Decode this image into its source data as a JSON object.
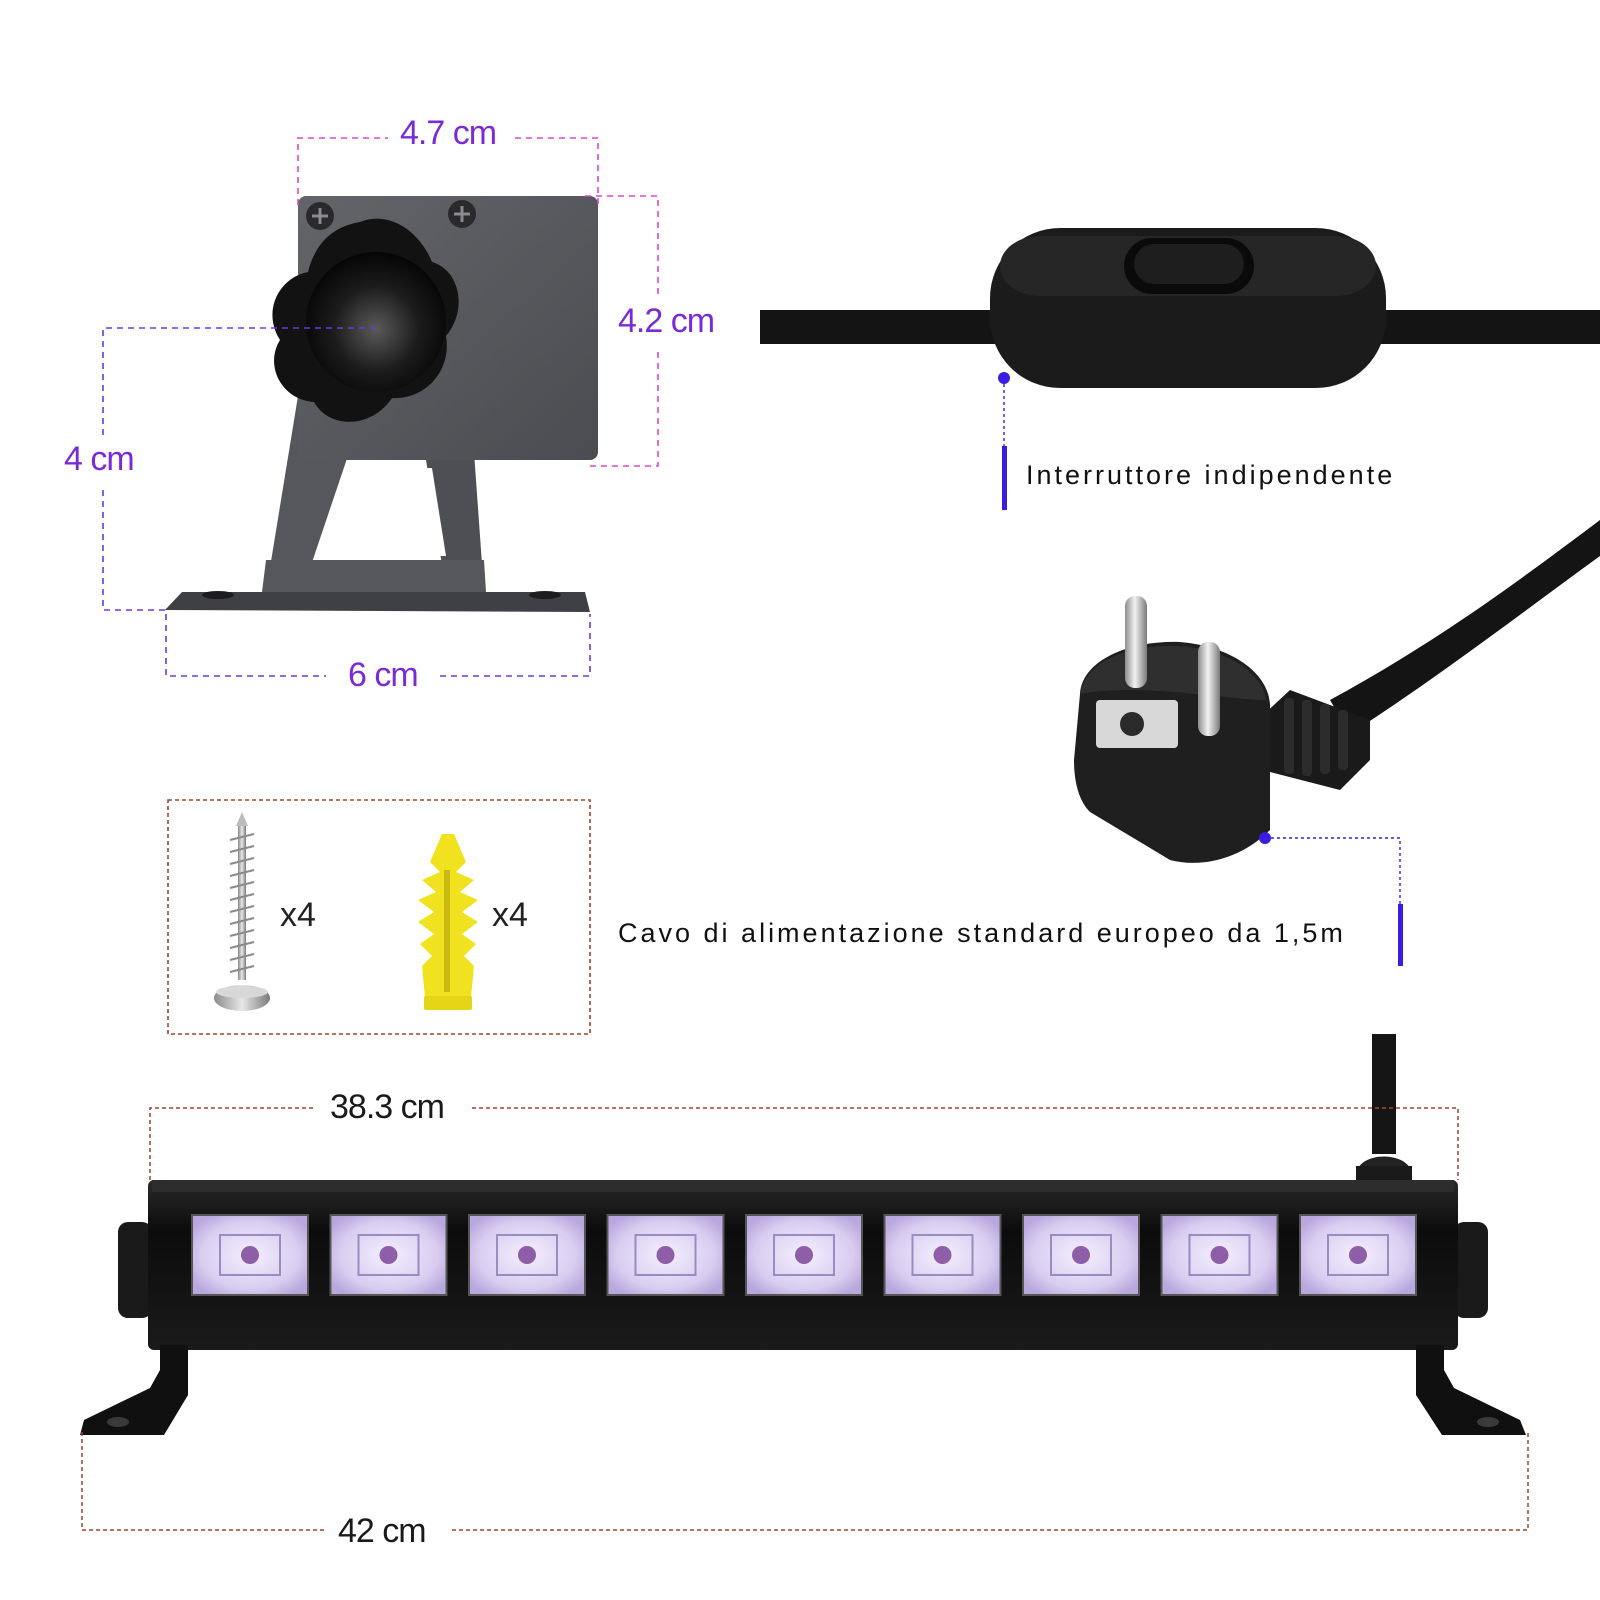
{
  "colors": {
    "dimension_purple": "#7a2bd6",
    "dimension_dark": "#1a1a1a",
    "bracket_gray": "#55575c",
    "accessory_border": "#a0442c",
    "uv_glow": "#d6c8ef",
    "led_center": "#8e5fa8",
    "anchor_yellow": "#f1e21f",
    "cable_black": "#111111"
  },
  "bracket": {
    "width_label": "4.7 cm",
    "height_label": "4.2 cm",
    "pivot_height_label": "4 cm",
    "base_width_label": "6 cm"
  },
  "switch": {
    "caption": "Interruttore indipendente"
  },
  "plug": {
    "caption": "Cavo di alimentazione standard europeo da 1,5m"
  },
  "accessories": {
    "screw_count": "x4",
    "anchor_count": "x4",
    "screw_icon": "screw-icon",
    "anchor_icon": "wall-anchor-icon"
  },
  "light_bar": {
    "inner_length_label": "38.3 cm",
    "total_length_label": "42 cm",
    "led_count": 9
  }
}
